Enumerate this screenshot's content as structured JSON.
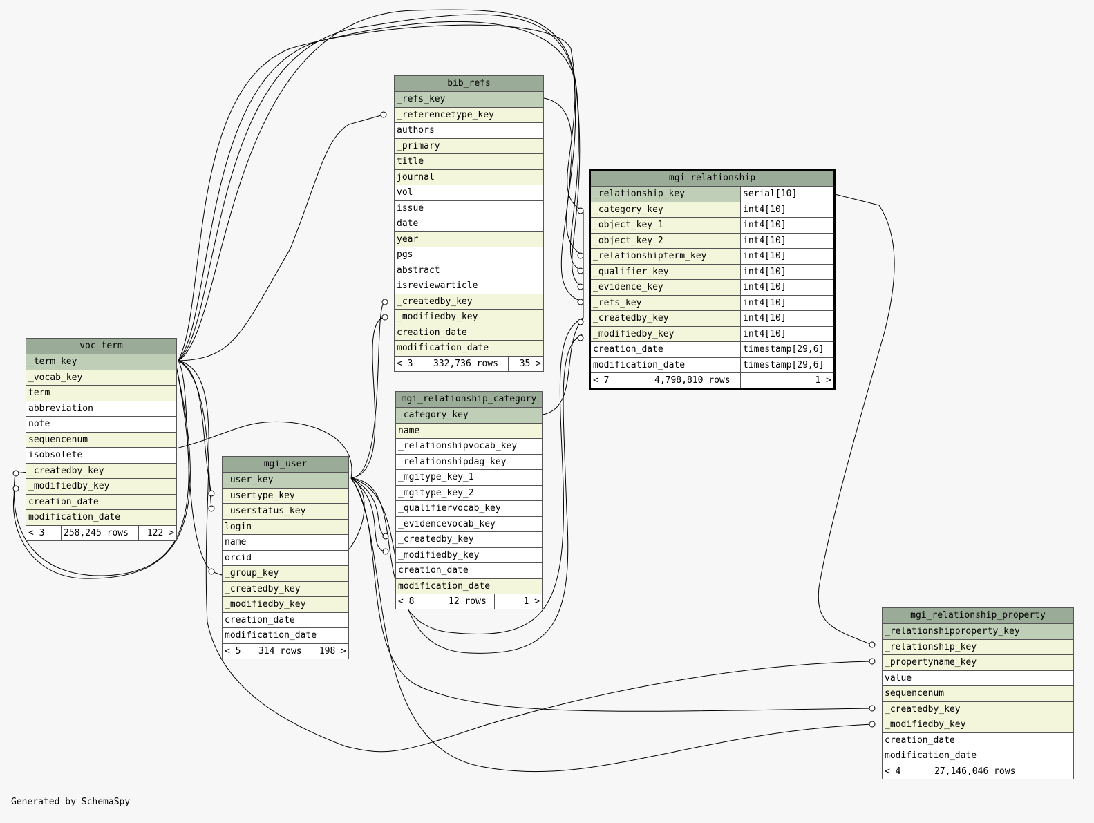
{
  "tables": {
    "bib_refs": {
      "name": "bib_refs",
      "columns": [
        "_refs_key",
        "_referencetype_key",
        "authors",
        "_primary",
        "title",
        "journal",
        "vol",
        "issue",
        "date",
        "year",
        "pgs",
        "abstract",
        "isreviewarticle",
        "_createdby_key",
        "_modifiedby_key",
        "creation_date",
        "modification_date"
      ],
      "footer": [
        "< 3",
        "332,736 rows",
        "35 >"
      ]
    },
    "mgi_relationship": {
      "name": "mgi_relationship",
      "columns": [
        "_relationship_key",
        "_category_key",
        "_object_key_1",
        "_object_key_2",
        "_relationshipterm_key",
        "_qualifier_key",
        "_evidence_key",
        "_refs_key",
        "_createdby_key",
        "_modifiedby_key",
        "creation_date",
        "modification_date"
      ],
      "types": [
        "serial[10]",
        "int4[10]",
        "int4[10]",
        "int4[10]",
        "int4[10]",
        "int4[10]",
        "int4[10]",
        "int4[10]",
        "int4[10]",
        "int4[10]",
        "timestamp[29,6]",
        "timestamp[29,6]"
      ],
      "footer": [
        "< 7",
        "4,798,810 rows",
        "1 >"
      ]
    },
    "voc_term": {
      "name": "voc_term",
      "columns": [
        "_term_key",
        "_vocab_key",
        "term",
        "abbreviation",
        "note",
        "sequencenum",
        "isobsolete",
        "_createdby_key",
        "_modifiedby_key",
        "creation_date",
        "modification_date"
      ],
      "footer": [
        "< 3",
        "258,245 rows",
        "122 >"
      ]
    },
    "mgi_user": {
      "name": "mgi_user",
      "columns": [
        "_user_key",
        "_usertype_key",
        "_userstatus_key",
        "login",
        "name",
        "orcid",
        "_group_key",
        "_createdby_key",
        "_modifiedby_key",
        "creation_date",
        "modification_date"
      ],
      "footer": [
        "< 5",
        "314 rows",
        "198 >"
      ]
    },
    "mgi_relationship_category": {
      "name": "mgi_relationship_category",
      "columns": [
        "_category_key",
        "name",
        "_relationshipvocab_key",
        "_relationshipdag_key",
        "_mgitype_key_1",
        "_mgitype_key_2",
        "_qualifiervocab_key",
        "_evidencevocab_key",
        "_createdby_key",
        "_modifiedby_key",
        "creation_date",
        "modification_date"
      ],
      "footer": [
        "< 8",
        "12 rows",
        "1 >"
      ]
    },
    "mgi_relationship_property": {
      "name": "mgi_relationship_property",
      "columns": [
        "_relationshipproperty_key",
        "_relationship_key",
        "_propertyname_key",
        "value",
        "sequencenum",
        "_createdby_key",
        "_modifiedby_key",
        "creation_date",
        "modification_date"
      ],
      "footer": [
        "< 4",
        "27,146,046 rows",
        ""
      ]
    }
  },
  "credit": "Generated by SchemaSpy",
  "colors": {
    "header": "#9aab97",
    "primary_key": "#bfcfb7",
    "foreign_key": "#f4f6dc",
    "plain": "#ffffff",
    "background": "#f7f7f7"
  }
}
